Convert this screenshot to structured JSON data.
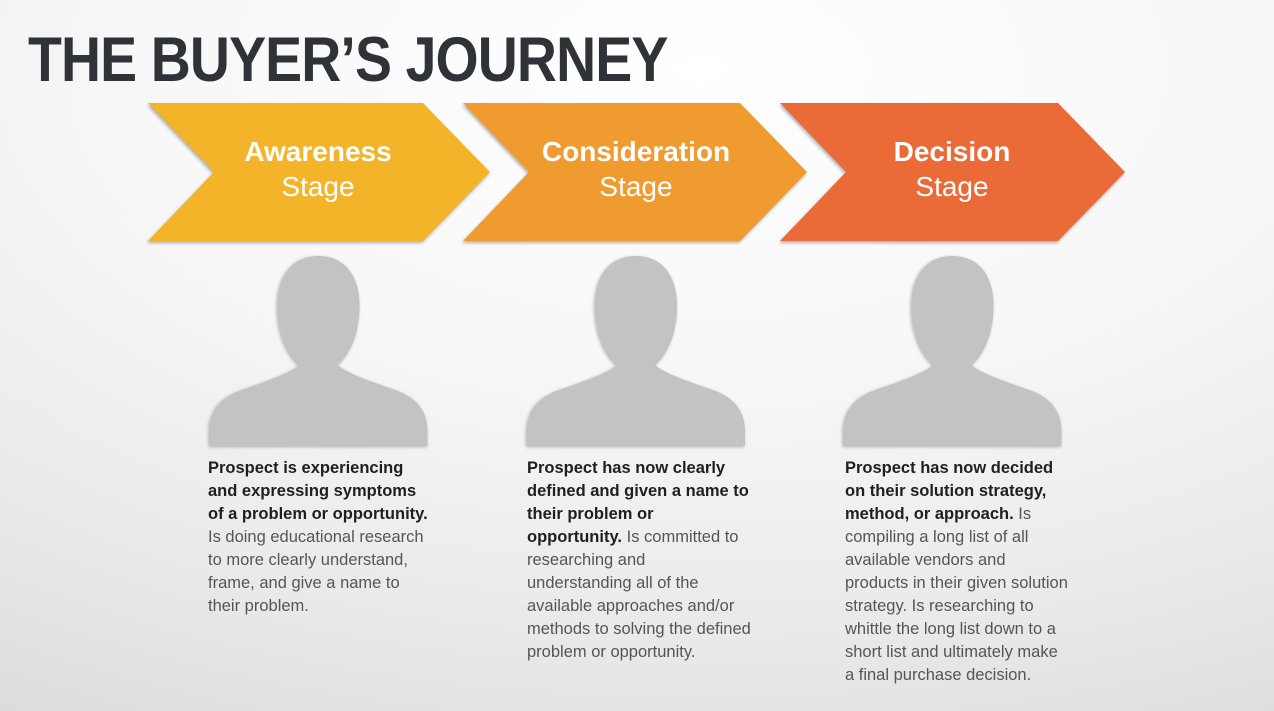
{
  "title": "THE BUYER’S JOURNEY",
  "colors": {
    "title_text": "#2F3237",
    "silhouette": "#C3C3C6",
    "stage_label_text": "#FFFFFF",
    "description_lead_text": "#1F1F22",
    "description_body_text": "#54555A",
    "background_center": "#FFFFFF",
    "background_edge": "#D6D6D6"
  },
  "stages": [
    {
      "name": "Awareness",
      "stage_word": "Stage",
      "color": "#F3B42A",
      "description": {
        "lead": "Prospect is experiencing and expressing symptoms of a problem or opportunity.",
        "body": "Is doing educational research to more clearly understand, frame, and give a name to their problem."
      }
    },
    {
      "name": "Consideration",
      "stage_word": "Stage",
      "color": "#F09B30",
      "description": {
        "lead": "Prospect has now clearly defined and given a name to their problem or opportunity.",
        "body": "Is committed to researching and understanding all of the available approaches and/or methods to solving the defined problem or opportunity."
      }
    },
    {
      "name": "Decision",
      "stage_word": "Stage",
      "color": "#EA6A38",
      "description": {
        "lead": "Prospect has now decided on their solution strategy, method, or approach.",
        "body": "Is compiling a long list of all available vendors and products in their given solution strategy. Is researching to whittle the long list down to a short list and ultimately make a final purchase decision."
      }
    }
  ]
}
